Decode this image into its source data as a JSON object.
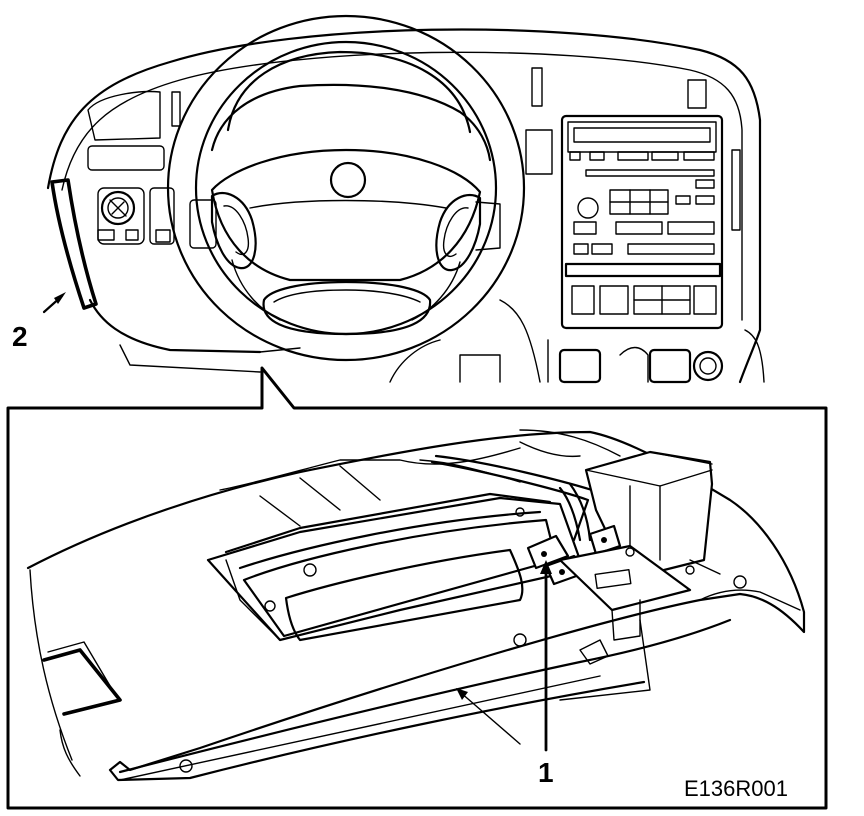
{
  "callouts": {
    "airbag_module": "1",
    "side_panel": "2"
  },
  "figure_id": "E136R001",
  "icons": [
    "steering-wheel",
    "radio-unit",
    "light-switch-knob",
    "airbag-module",
    "wiring-connector"
  ]
}
